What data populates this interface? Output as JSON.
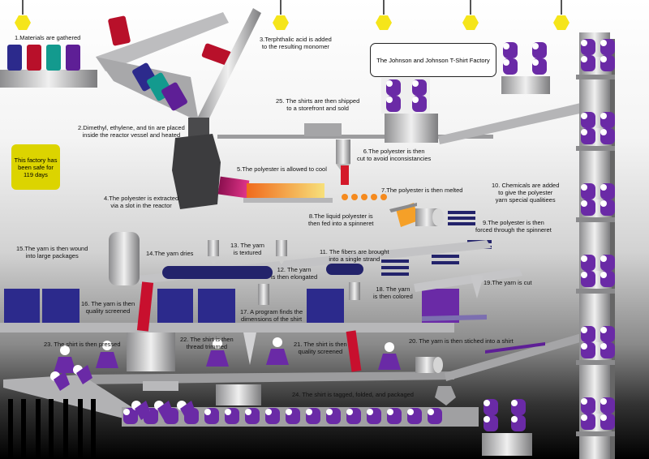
{
  "title": "The Johnson and Johnson T-Shirt Factory",
  "safety_notice": "This factory has been safe for 119 days",
  "steps": {
    "s1": "1.Materials are gathered",
    "s2_a": "2.Dimethyl, ethylene, and tin are placed",
    "s2_b": "inside the reactor vessel and heated",
    "s3_a": "3.Terphthalic acid is added",
    "s3_b": "to the resulting monomer",
    "s4_a": "4.The polyester is extracted",
    "s4_b": "via a slot in the reactor",
    "s5": "5.The polyester is allowed to cool",
    "s6_a": "6.The polyester is then",
    "s6_b": "cut to avoid inconsistancies",
    "s7": "7.The polyester is then melted",
    "s8_a": "8.The liquid polyester is",
    "s8_b": "then fed into a spinneret",
    "s9_a": "9.The polyester is then",
    "s9_b": "forced through the spinneret",
    "s10_a": "10. Chemicals are added",
    "s10_b": "to give the polyester",
    "s10_c": "yarn special qualitiees",
    "s11_a": "11. The fibers are brought",
    "s11_b": "into a single strand",
    "s12_a": "12. The yarn",
    "s12_b": "is then elongated",
    "s13_a": "13. The yarn",
    "s13_b": "is textured",
    "s14": "14.The yarn dries",
    "s15_a": "15.The yarn is then wound",
    "s15_b": "into large packages",
    "s16_a": "16. The yarn is then",
    "s16_b": "quality screened",
    "s17_a": "17. A program finds the",
    "s17_b": "dimensions of the shirt",
    "s18_a": "18. The yarn",
    "s18_b": "is then colored",
    "s19": "19.The yarn is cut",
    "s20": "20. The yarn is then stiched into a shirt",
    "s21_a": "21. The shirt is then",
    "s21_b": "quality screened",
    "s22_a": "22. The shirt is then",
    "s22_b": "thread trimmed",
    "s23": "23. The shirt is then pressed",
    "s24": "24. The shirt is tagged, folded, and packaged",
    "s25_a": "25. The shirts are then shipped",
    "s25_b": "to a storefront and sold"
  },
  "colors": {
    "spool_blue": "#2c2a8c",
    "spool_red": "#b8102a",
    "spool_teal": "#139a8e",
    "spool_purple": "#5e1f96",
    "shirt_purple": "#6a2aa6",
    "yarn_navy": "#23236b",
    "lamp_yellow": "#f5e51a",
    "hot_orange": "#f58a1e",
    "dark_machine": "#3c3c3e",
    "rail_gray": "#b9b9bb"
  }
}
